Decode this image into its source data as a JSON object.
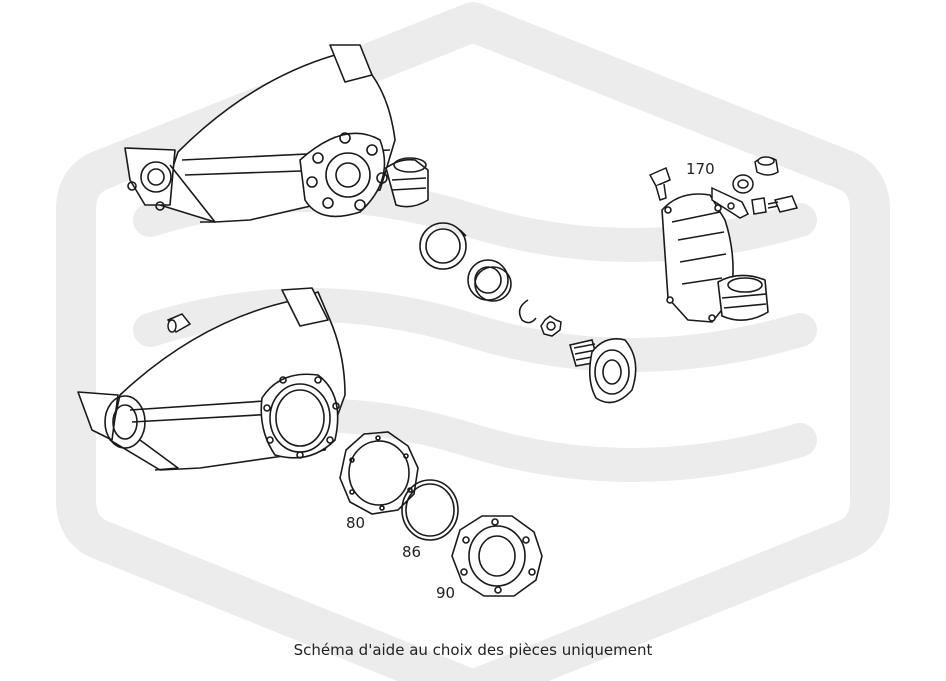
{
  "diagram": {
    "callouts": [
      {
        "id": "170",
        "label": "170"
      },
      {
        "id": "80",
        "label": "80"
      },
      {
        "id": "86",
        "label": "86"
      },
      {
        "id": "90",
        "label": "90"
      }
    ],
    "line_color": "#1a1a1a",
    "watermark_color": "#ececec"
  },
  "footer": {
    "disclaimer": "Schéma d'aide au choix des pièces uniquement"
  }
}
